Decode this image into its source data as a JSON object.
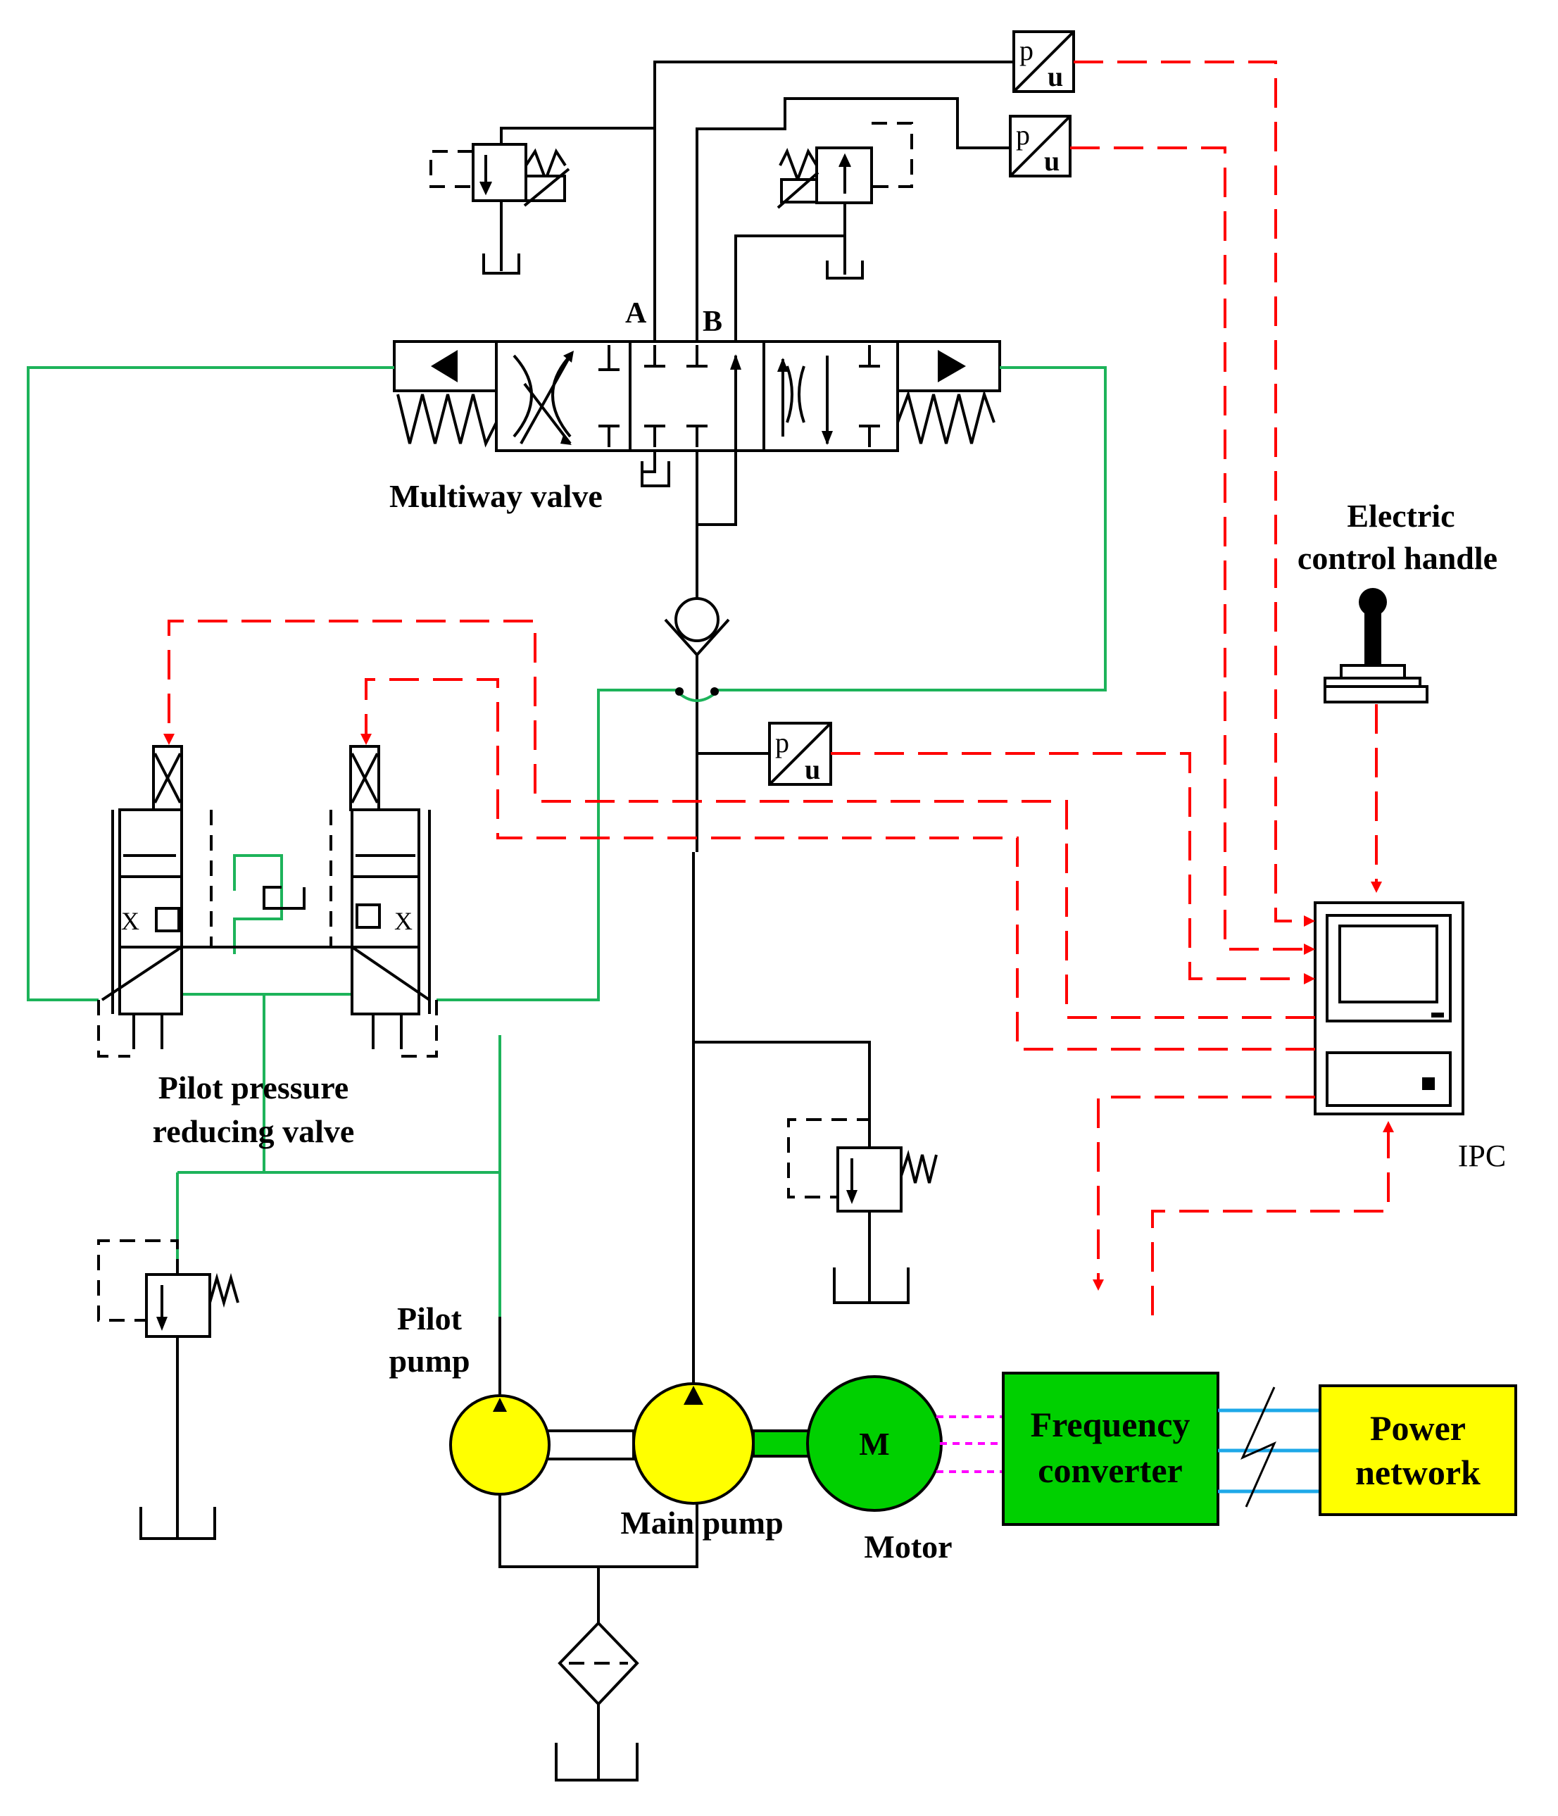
{
  "labels": {
    "port_a": "A",
    "port_b": "B",
    "multiway_valve": "Multiway valve",
    "electric_handle_1": "Electric",
    "electric_handle_2": "control handle",
    "pilot_valve_1": "Pilot pressure",
    "pilot_valve_2": "reducing valve",
    "ipc": "IPC",
    "pilot_pump_1": "Pilot",
    "pilot_pump_2": "pump",
    "main_pump": "Main pump",
    "motor": "Motor",
    "motor_symbol": "M",
    "freq_conv_1": "Frequency",
    "freq_conv_2": "converter",
    "power_net_1": "Power",
    "power_net_2": "network",
    "sensor_p": "p",
    "sensor_u": "u"
  },
  "colors": {
    "pilot_line": "#1db35a",
    "signal_line": "#ff0000",
    "pump": "#ffff00",
    "motor": "#00d000",
    "freq_converter": "#00d000",
    "power_network": "#ffff00",
    "power_line": "#1ea8e8",
    "motor_link": "#ff00ff"
  }
}
